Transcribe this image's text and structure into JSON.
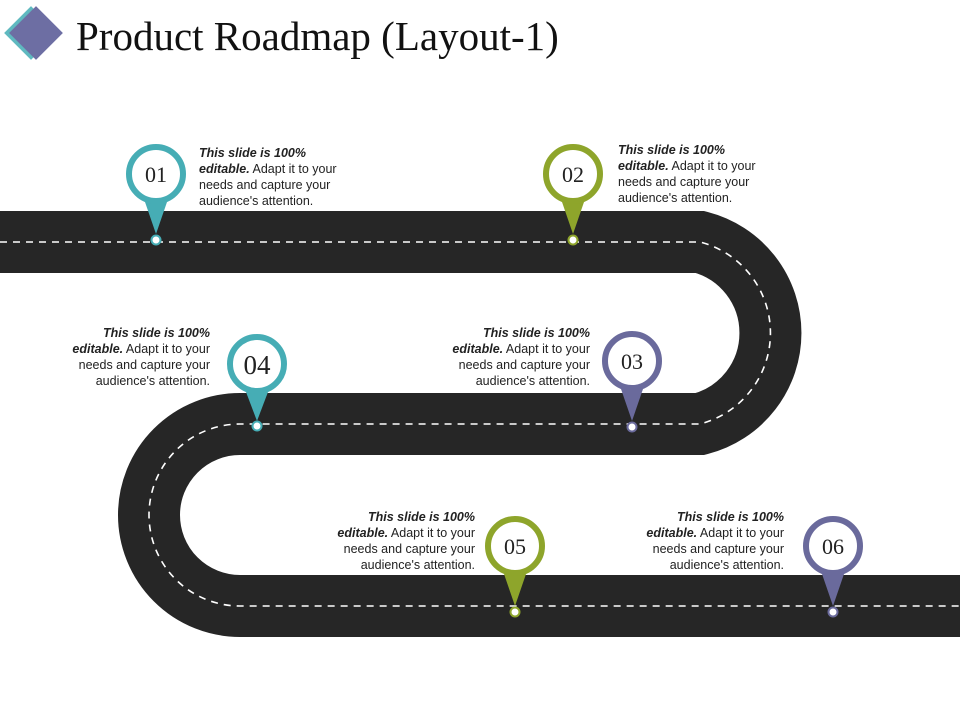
{
  "title": "Product Roadmap (Layout-1)",
  "colors": {
    "road": "#262626",
    "dash": "#ffffff",
    "teal": "#46adb5",
    "olive": "#8ea52b",
    "slate": "#6a6a9c",
    "diamond_back": "#5fb9c0",
    "diamond_front": "#6d6ea3"
  },
  "milestones": [
    {
      "num": "01",
      "color": "teal",
      "bold": "This slide is 100% editable.",
      "text": " Adapt it to your needs and capture your audience's attention."
    },
    {
      "num": "02",
      "color": "olive",
      "bold": "This slide is 100% editable.",
      "text": " Adapt it to your needs and capture your audience's attention."
    },
    {
      "num": "03",
      "color": "slate",
      "bold": "This slide is 100% editable.",
      "text": " Adapt it to your needs and capture your audience's attention."
    },
    {
      "num": "04",
      "color": "teal",
      "bold": "This slide is 100% editable.",
      "text": " Adapt it to your needs and capture your audience's attention."
    },
    {
      "num": "05",
      "color": "olive",
      "bold": "This slide is 100% editable.",
      "text": " Adapt it to your needs and capture your audience's attention."
    },
    {
      "num": "06",
      "color": "slate",
      "bold": "This slide is 100% editable.",
      "text": " Adapt it to your needs and capture your audience's attention."
    }
  ]
}
